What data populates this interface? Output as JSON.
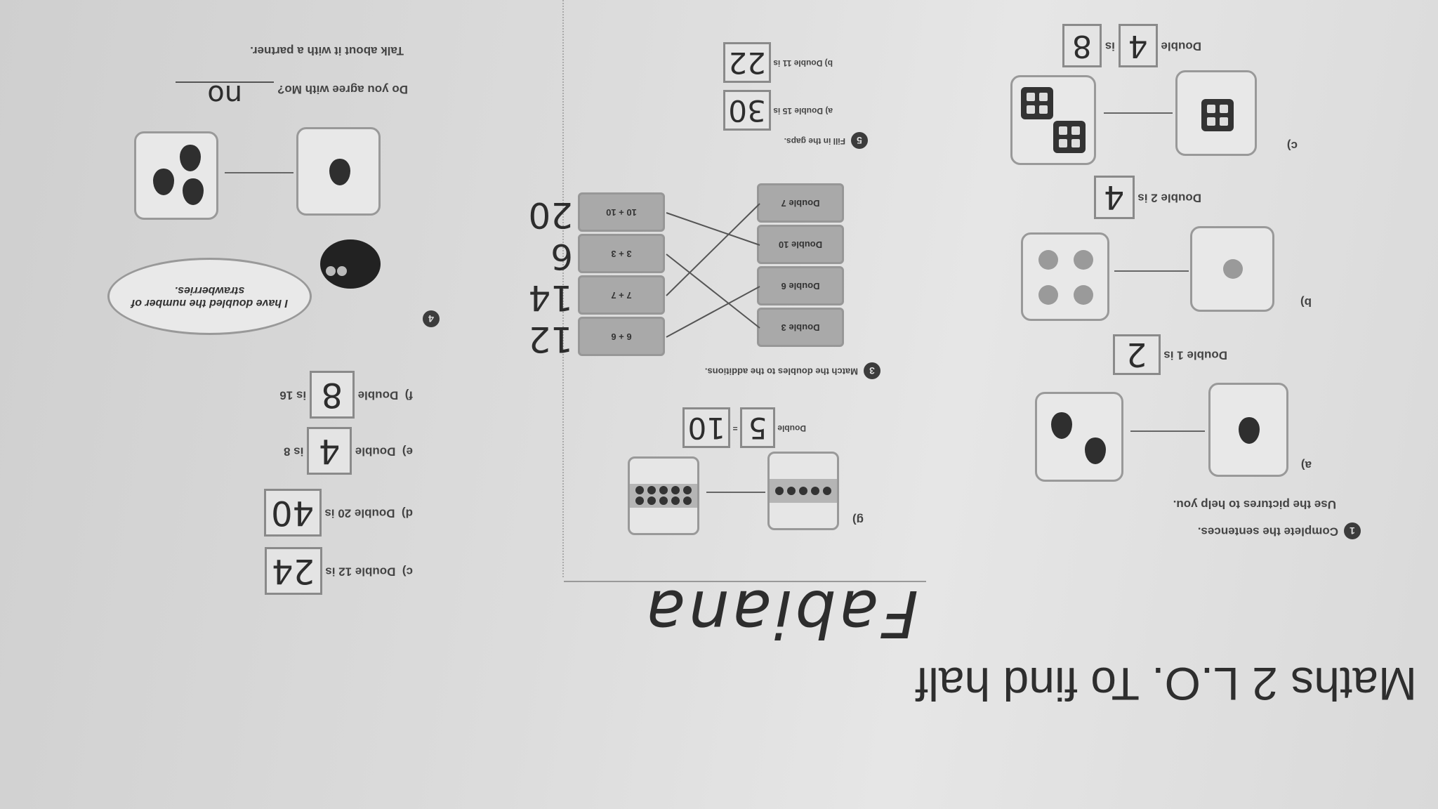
{
  "header": {
    "title": "Maths 2 L.O. To find half",
    "student_name": "Fabiana"
  },
  "section1": {
    "number": "1",
    "instruction": "Complete the sentences.",
    "hint": "Use the pictures to help you.",
    "a": {
      "label": "a)",
      "text": "Double 1 is",
      "answer": "2"
    },
    "b": {
      "label": "b)",
      "text": "Double 2 is",
      "answer": "4"
    },
    "c_pic": {
      "label": "c)",
      "prefix": "Double",
      "answer1": "4",
      "middle": "is",
      "answer2": "8"
    },
    "c": {
      "label": "c)",
      "text": "Double 12 is",
      "answer": "24"
    },
    "d": {
      "label": "d)",
      "text": "Double 20 is",
      "answer": "40"
    },
    "e": {
      "label": "e)",
      "prefix": "Double",
      "answer": "4",
      "suffix": "is 8"
    },
    "f": {
      "label": "f)",
      "prefix": "Double",
      "answer": "8",
      "suffix": "is 16"
    }
  },
  "section2g": {
    "label": "g)",
    "prefix": "Double",
    "answer1": "5",
    "equals": "=",
    "answer2": "10"
  },
  "section3": {
    "number": "3",
    "instruction": "Match the doubles to the additions.",
    "doubles": [
      "Double 3",
      "Double 6",
      "Double 10",
      "Double 7"
    ],
    "additions": [
      "6 + 6",
      "7 + 7",
      "3 + 3",
      "10 + 10"
    ],
    "handwritten_answers": [
      "12",
      "14",
      "6",
      "20"
    ]
  },
  "section4": {
    "number": "4",
    "speech": "I have doubled the number of strawberries.",
    "question": "Do you agree with Mo?",
    "answer": "no",
    "prompt": "Talk about it with a partner."
  },
  "section5": {
    "number": "5",
    "instruction": "Fill in the gaps.",
    "a": {
      "label": "a)",
      "text": "Double 15 is",
      "answer": "30"
    },
    "b": {
      "label": "b)",
      "text": "Double 11 is",
      "answer": "22"
    }
  }
}
